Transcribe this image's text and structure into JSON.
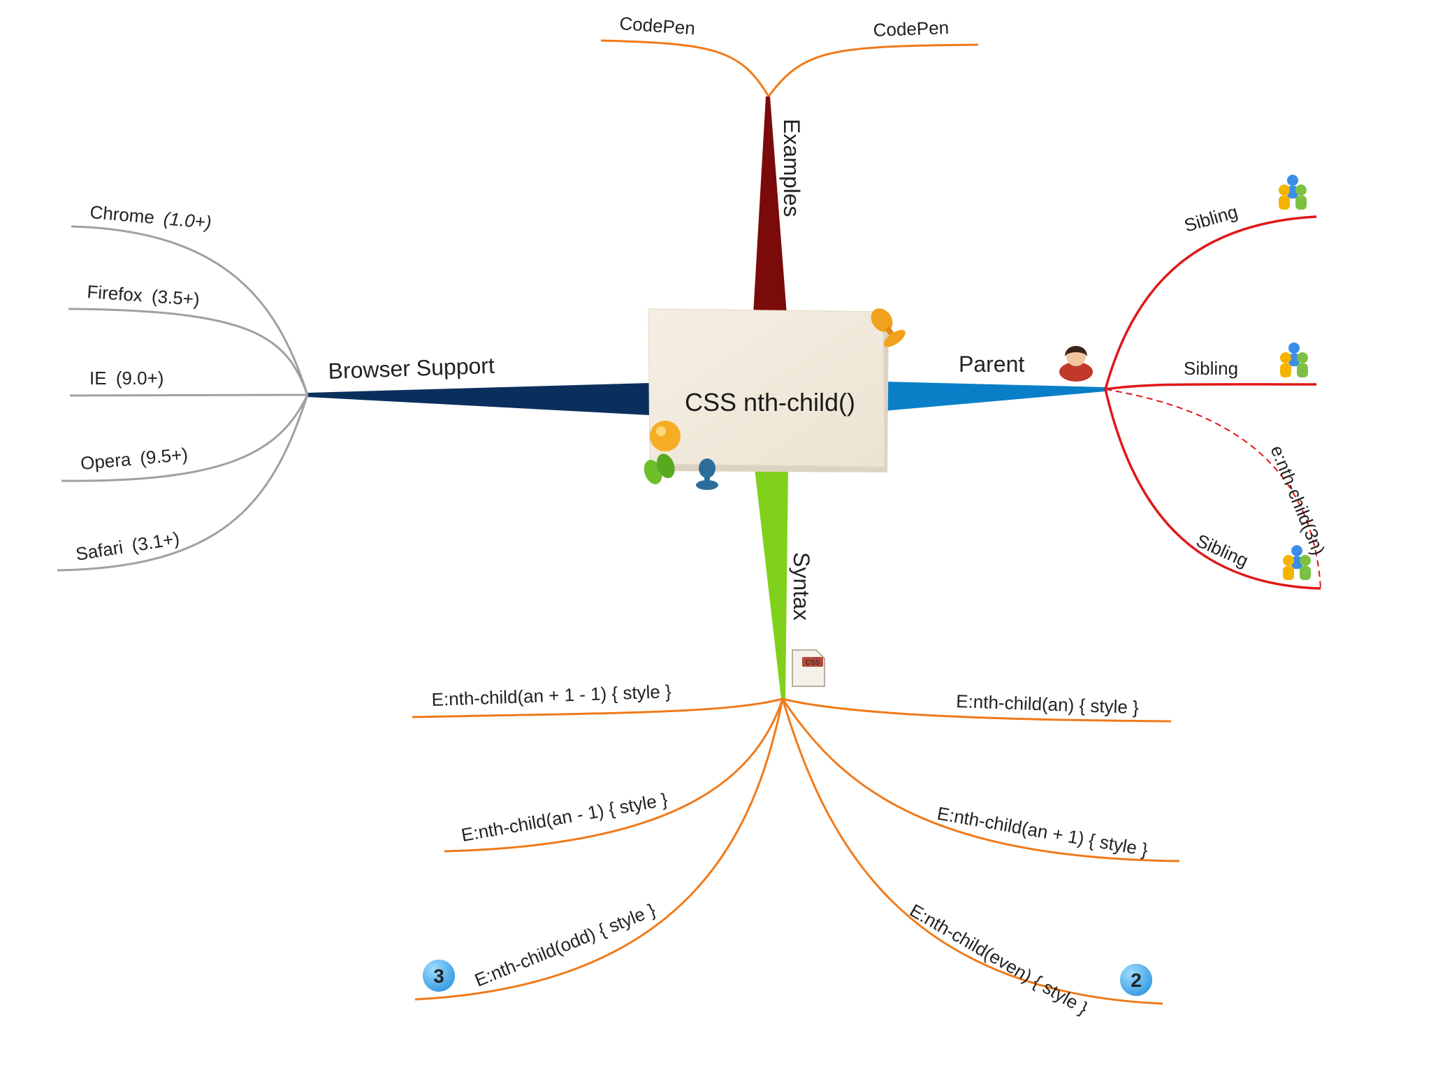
{
  "central": {
    "title": "CSS nth-child()"
  },
  "branches": {
    "examples": {
      "label": "Examples",
      "color": "#7b0a0a",
      "children": [
        "CodePen",
        "CodePen"
      ]
    },
    "browser_support": {
      "label": "Browser Support",
      "color": "#0a2f5c",
      "children": [
        {
          "name": "Chrome",
          "version": "(1.0+)"
        },
        {
          "name": "Firefox",
          "version": "(3.5+)"
        },
        {
          "name": "IE",
          "version": "(9.0+)"
        },
        {
          "name": "Opera",
          "version": "(9.5+)"
        },
        {
          "name": "Safari",
          "version": "(3.1+)"
        }
      ]
    },
    "parent": {
      "label": "Parent",
      "color": "#0a7fc8",
      "children": [
        "Sibling",
        "Sibling",
        "Sibling"
      ],
      "relation_label": "e:nth-child(3n)"
    },
    "syntax": {
      "label": "Syntax",
      "color": "#7fd11b",
      "children": [
        "E:nth-child(an + 1 - 1) { style }",
        "E:nth-child(an - 1) { style }",
        "E:nth-child(odd) { style }",
        "E:nth-child(an) { style }",
        "E:nth-child(an + 1) { style }",
        "E:nth-child(even) { style }"
      ],
      "badges": [
        "3",
        "2"
      ],
      "doc_icon_text": "CSS"
    }
  },
  "colors": {
    "syntax_lines": "#f07a1a",
    "examples_lines": "#f07a1a",
    "browser_lines": "#a0a0a0",
    "parent_lines": "#e01818",
    "badge": "#3aa6e8",
    "paper": "#f3ece0"
  }
}
